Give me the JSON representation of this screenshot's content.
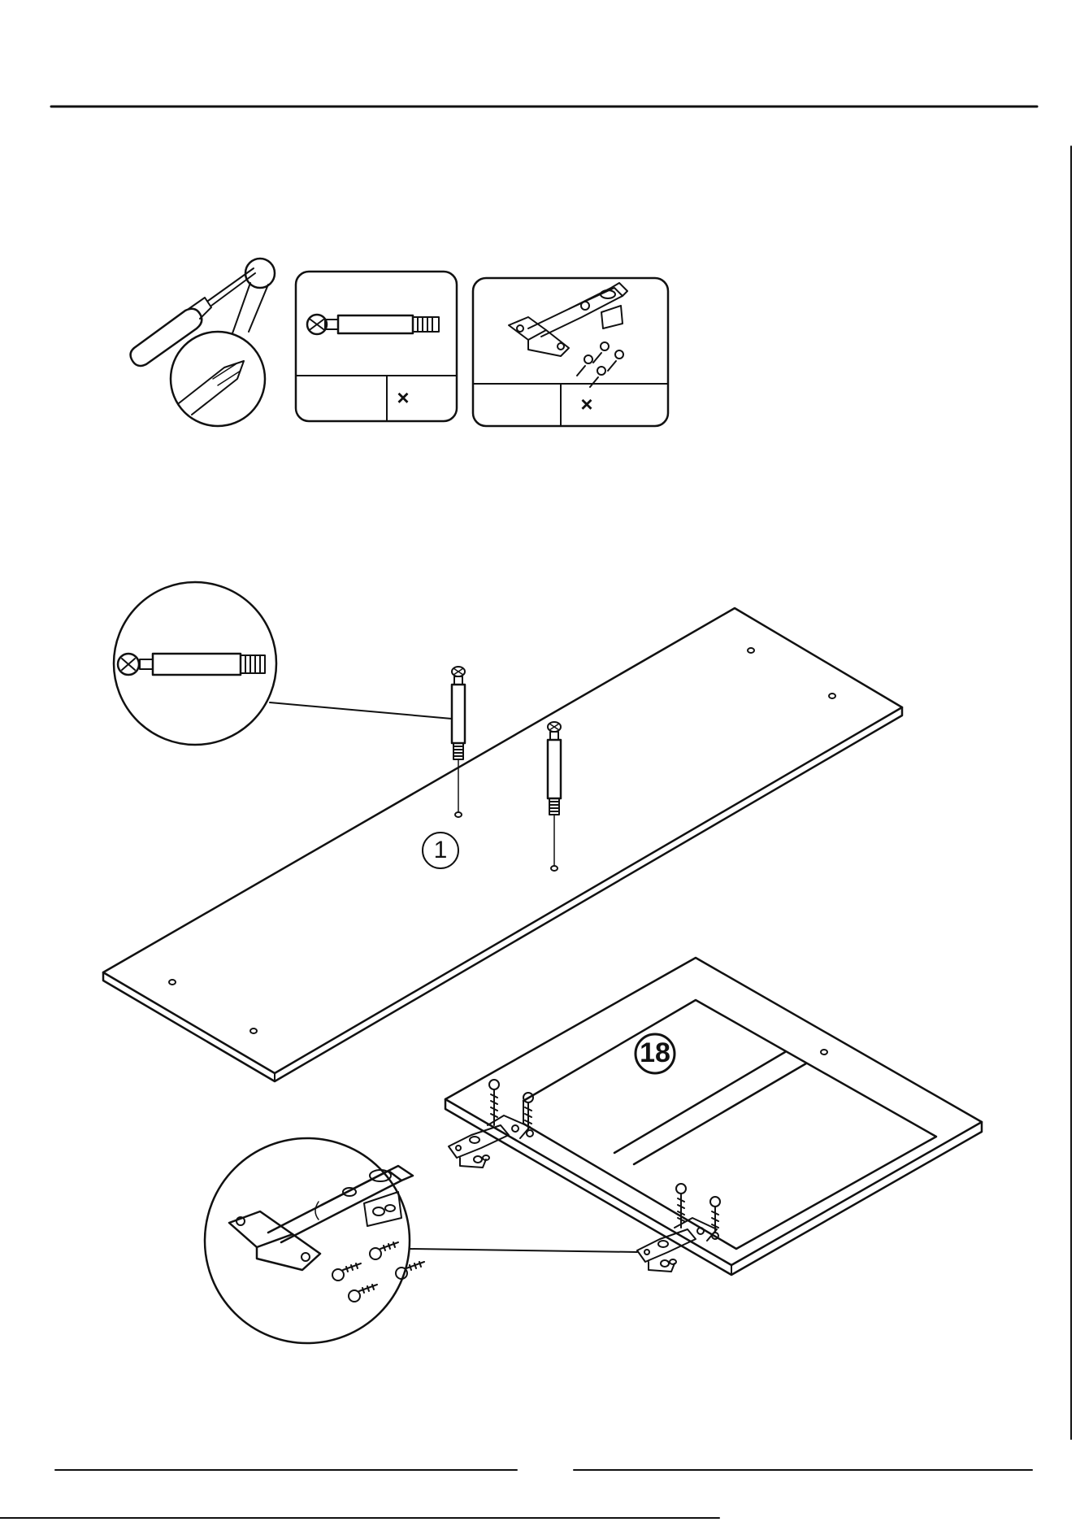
{
  "colors": {
    "ink": "#111111",
    "paper": "#ffffff"
  },
  "icons": {
    "tool": "screwdriver-icon",
    "hardware_a": "cam-bolt-icon",
    "hardware_b": "hinge-with-screws-icon"
  },
  "hardware_list": [
    {
      "part": "cam-bolt",
      "quantity_label": "",
      "times": "×"
    },
    {
      "part": "hinge-set",
      "quantity_label": "",
      "times": "×"
    }
  ],
  "step": {
    "panel_part_number": "1",
    "door_part_number": "18"
  }
}
